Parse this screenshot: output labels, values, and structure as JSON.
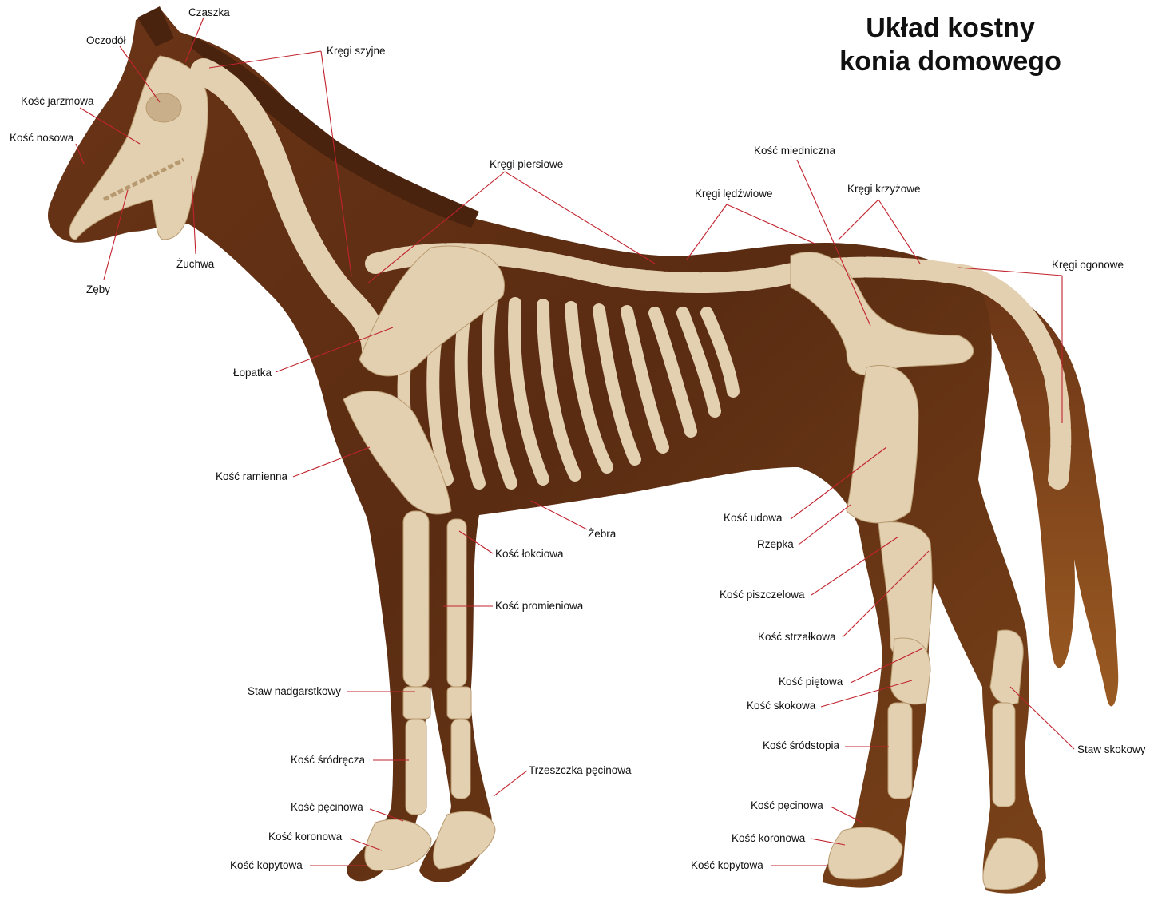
{
  "title": {
    "line1": "Układ kostny",
    "line2": "konia domowego"
  },
  "labels": {
    "czaszka": "Czaszka",
    "oczodol": "Oczodół",
    "kregi_szyjne": "Kręgi szyjne",
    "kosc_jarzmowa": "Kość jarzmowa",
    "kosc_nosowa": "Kość nosowa",
    "zuchwa": "Żuchwa",
    "zeby": "Zęby",
    "kregi_piersiowe": "Kręgi piersiowe",
    "kosc_miedniczna": "Kość miedniczna",
    "kregi_ledzwiowe": "Kręgi lędźwiowe",
    "kregi_krzyzowe": "Kręgi krzyżowe",
    "kregi_ogonowe": "Kręgi ogonowe",
    "lopatka": "Łopatka",
    "kosc_ramienna": "Kość ramienna",
    "zebra": "Żebra",
    "kosc_lokciowa": "Kość łokciowa",
    "kosc_promieniowa": "Kość promieniowa",
    "staw_nadgarstkowy": "Staw nadgarstkowy",
    "kosc_srodreczna": "Kość śródręcza",
    "trzeszczka_pecinowa": "Trzeszczka pęcinowa",
    "kosc_pecinowa_przod": "Kość pęcinowa",
    "kosc_koronowa_przod": "Kość koronowa",
    "kosc_kopytowa_przod": "Kość kopytowa",
    "kosc_udowa": "Kość udowa",
    "rzepka": "Rzepka",
    "kosc_piszczelowa": "Kość piszczelowa",
    "kosc_strzalkowa": "Kość strzałkowa",
    "kosc_pietowa": "Kość piętowa",
    "kosc_skokowa": "Kość skokowa",
    "kosc_srodstopia": "Kość śródstopia",
    "staw_skokowy": "Staw skokowy",
    "kosc_pecinowa_tyl": "Kość pęcinowa",
    "kosc_koronowa_tyl": "Kość koronowa",
    "kosc_kopytowa_tyl": "Kość kopytowa"
  },
  "colors": {
    "coat": "#5a2c13",
    "coat_light": "#8a4a1e",
    "bone": "#e3d0b0",
    "bone_shade": "#c9b08a",
    "leader": "#c0232d"
  }
}
